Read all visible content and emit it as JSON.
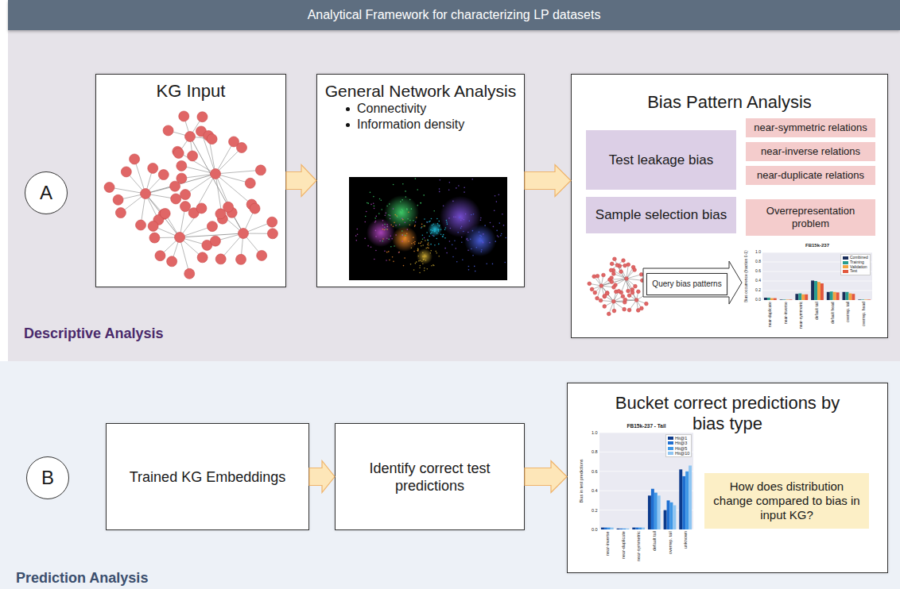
{
  "diagram": {
    "title": "Analytical Framework for characterizing LP datasets",
    "nodes": [
      {
        "text": [
          "Descriptive Analysis"
        ]
      },
      {
        "text": [
          "A"
        ],
        "in": 0
      },
      {
        "text": [
          "KG Input"
        ],
        "in": 0
      },
      {
        "text": [
          "General Network Analysis",
          "Connectivity",
          "Information density"
        ],
        "in": 0
      },
      {
        "text": [
          "Bias Pattern Analysis"
        ],
        "in": 0
      },
      {
        "text": [
          "Test leakage bias"
        ],
        "in": 4
      },
      {
        "text": [
          "near-symmetric relations"
        ],
        "in": 4
      },
      {
        "text": [
          "near-inverse relations"
        ],
        "in": 4
      },
      {
        "text": [
          "near-duplicate relations"
        ],
        "in": 4
      },
      {
        "text": [
          "Sample selection bias"
        ],
        "in": 4
      },
      {
        "text": [
          "Overrepresentation problem"
        ],
        "in": 4
      },
      {
        "text": [
          "Query bias patterns"
        ],
        "in": 4
      },
      {
        "text": [
          "Prediction Analysis"
        ]
      },
      {
        "text": [
          "B"
        ],
        "in": 12
      },
      {
        "text": [
          "Trained KG Embeddings"
        ],
        "in": 12
      },
      {
        "text": [
          "Identify correct test predictions"
        ],
        "in": 12
      },
      {
        "text": [
          "Bucket correct predictions by bias type"
        ],
        "in": 12
      },
      {
        "text": [
          "How does distribution change compared to bias in input KG?"
        ],
        "in": 16
      }
    ],
    "edges": [
      {
        "from": 2,
        "to": 3,
        "arrow": "to"
      },
      {
        "from": 3,
        "to": 4,
        "arrow": "to"
      },
      {
        "from": 14,
        "to": 15,
        "arrow": "to"
      },
      {
        "from": 15,
        "to": 16,
        "arrow": "to"
      }
    ],
    "labels": [
      "FB15k-237",
      "Bias occurrence (fraction 0-1)",
      "0.0",
      "0.2",
      "0.4",
      "0.6",
      "0.8",
      "1.0",
      "near-duplicate",
      "near-inverse",
      "near-symmetric",
      "default tail",
      "default head",
      "overrep. tail",
      "overrep. head",
      "FB15k-237 - Tail",
      "Bias in test predictions",
      "0.0",
      "0.2",
      "0.4",
      "0.6",
      "0.8",
      "1.0",
      "near-inverse",
      "near-duplicate",
      "near-symmetric",
      "default tail",
      "overrep. tail",
      "unknown"
    ],
    "legend": [
      {
        "text": "Combined",
        "color": "#1b2f5b"
      },
      {
        "text": "Training",
        "color": "#2a9d8f"
      },
      {
        "text": "Validation",
        "color": "#f4a340"
      },
      {
        "text": "Test",
        "color": "#e2583e"
      },
      {
        "text": "Hit@1",
        "color": "#0d3b8c"
      },
      {
        "text": "Hit@3",
        "color": "#1f6fd1"
      },
      {
        "text": "Hit@5",
        "color": "#3f97e6"
      },
      {
        "text": "Hit@10",
        "color": "#8ec5f2"
      }
    ]
  }
}
